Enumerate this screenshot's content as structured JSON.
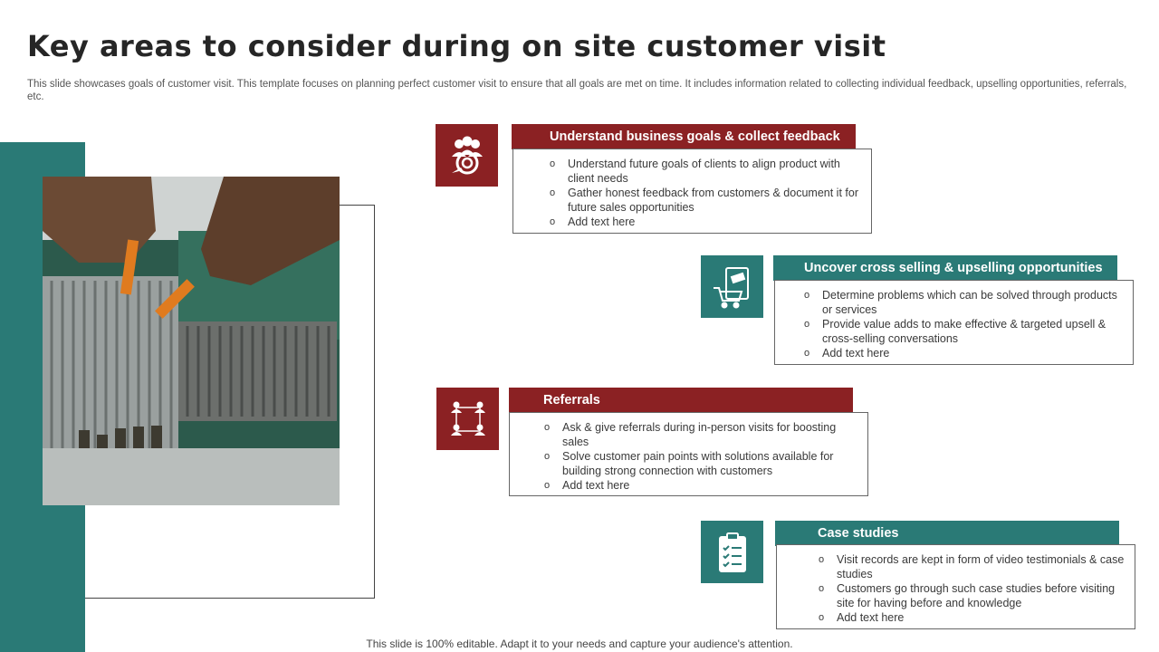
{
  "slide": {
    "title": "Key areas to consider during on site customer visit",
    "subtitle": "This slide showcases goals of customer visit. This template focuses on planning perfect customer visit to ensure that all goals are met on time. It includes information related to collecting individual feedback, upselling opportunities, referrals, etc.",
    "footer": "This slide is 100% editable. Adapt it to your needs and capture your audience's attention."
  },
  "colors": {
    "red": "#8b2123",
    "teal": "#2a7a76"
  },
  "sections": [
    {
      "title": "Understand business goals & collect feedback",
      "icon": "team-target-icon",
      "bullets": [
        "Understand future goals of clients to align product with client needs",
        "Gather honest feedback from customers & document it for future sales opportunities",
        "Add text here"
      ]
    },
    {
      "title": "Uncover cross selling & upselling opportunities",
      "icon": "cart-sale-tag-icon",
      "bullets": [
        "Determine problems which can be solved through products or services",
        "Provide value adds to make effective & targeted upsell & cross-selling conversations",
        "Add text here"
      ]
    },
    {
      "title": "Referrals",
      "icon": "network-people-icon",
      "bullets": [
        "Ask & give referrals during in-person visits for boosting sales",
        "Solve customer pain points with solutions available for building strong connection with customers",
        "Add text here"
      ]
    },
    {
      "title": "Case studies",
      "icon": "clipboard-checklist-icon",
      "bullets": [
        "Visit records are kept in form of video testimonials & case studies",
        "Customers go through such case studies before visiting site for having before and knowledge",
        "Add text here"
      ]
    }
  ]
}
